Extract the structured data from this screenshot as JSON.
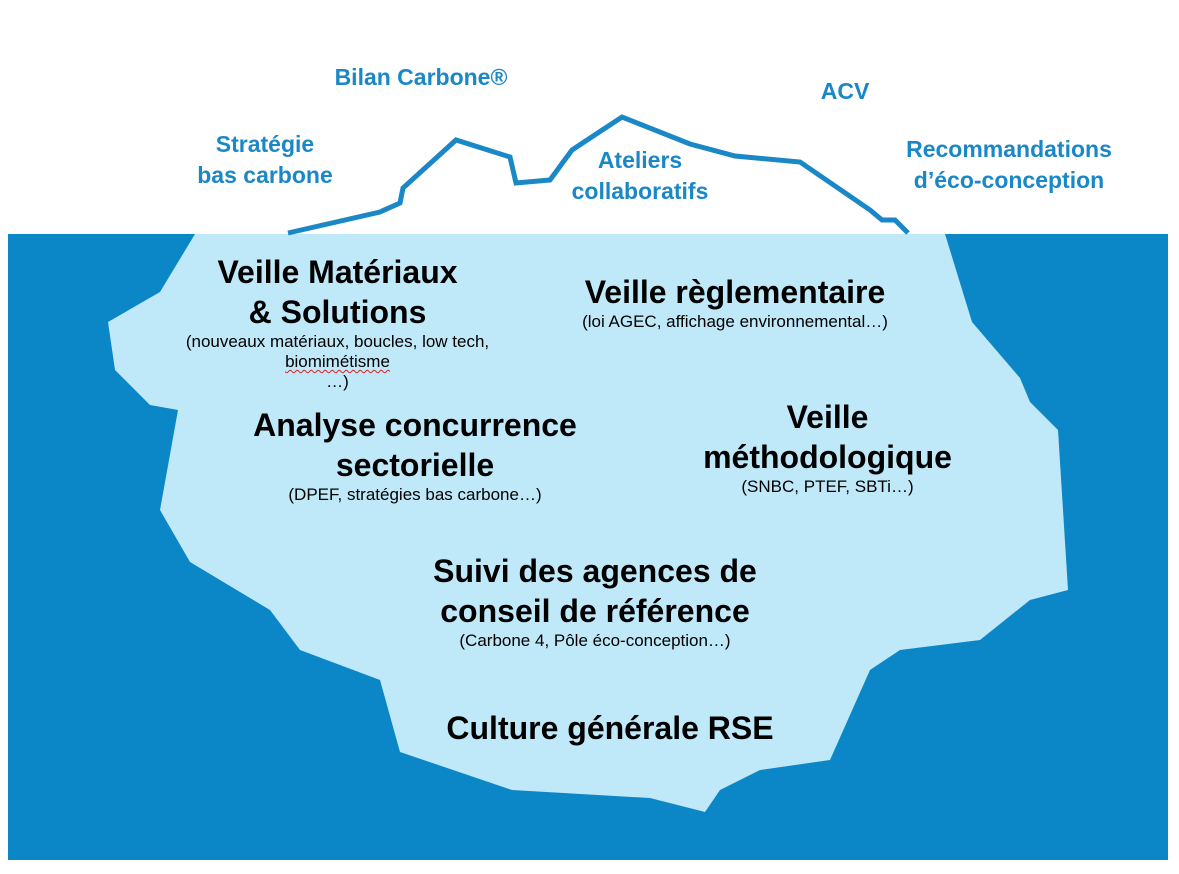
{
  "colors": {
    "water": "#0b86c7",
    "iceberg_under": "#bfe8f9",
    "iceberg_outline": "#1a87c7",
    "above_text": "#1a87c7",
    "below_text": "#000000"
  },
  "above_water": {
    "bilan_carbone": "Bilan Carbone®",
    "acv": "ACV",
    "strategie_line1": "Stratégie",
    "strategie_line2": "bas carbone",
    "ateliers_line1": "Ateliers",
    "ateliers_line2": "collaboratifs",
    "recommandations_line1": "Recommandations",
    "recommandations_line2": "d’éco-conception"
  },
  "below_water": {
    "veille_materiaux": {
      "title_line1": "Veille Matériaux",
      "title_line2": "& Solutions",
      "detail_line1": "(nouveaux  matériaux, boucles, low tech,",
      "detail_line2": "biomimétisme",
      "detail_line3": "…)"
    },
    "veille_reglementaire": {
      "title": "Veille règlementaire",
      "detail": "(loi AGEC, affichage environnemental…)"
    },
    "analyse_concurrence": {
      "title_line1": "Analyse concurrence",
      "title_line2": "sectorielle",
      "detail": "(DPEF, stratégies bas carbone…)"
    },
    "veille_methodologique": {
      "title_line1": "Veille",
      "title_line2": "méthodologique",
      "detail": "(SNBC, PTEF, SBTi…)"
    },
    "suivi_agences": {
      "title_line1": "Suivi des agences de",
      "title_line2": "conseil de référence",
      "detail": "(Carbone 4, Pôle éco-conception…)"
    },
    "culture_rse": {
      "title": "Culture générale RSE"
    }
  }
}
